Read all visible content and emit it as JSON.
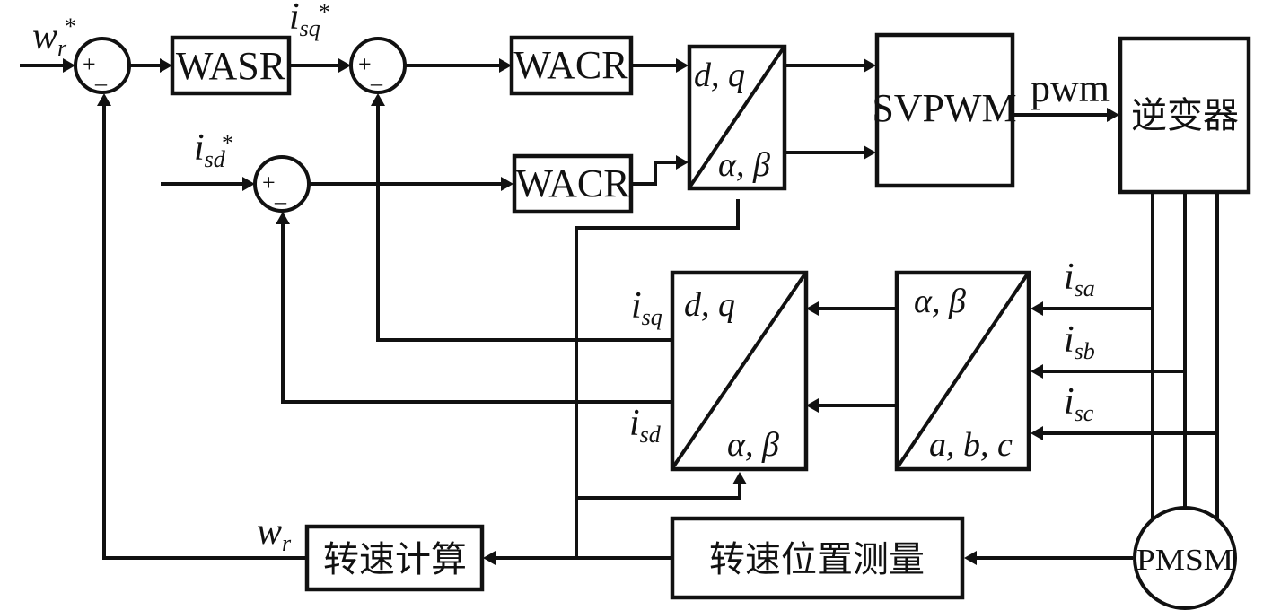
{
  "diagram": {
    "type": "PMSM vector control block diagram",
    "blocks": {
      "wasr": "WASR",
      "wacr_q": "WACR",
      "wacr_d": "WACR",
      "svpwm": "SVPWM",
      "inverter": "逆变器",
      "speed_calc": "转速计算",
      "speed_position_measure": "转速位置测量",
      "motor": "PMSM"
    },
    "transforms": {
      "inverse_park": {
        "top": "d, q",
        "bottom": "α, β"
      },
      "park": {
        "top": "d, q",
        "bottom": "α, β"
      },
      "clarke": {
        "top": "α, β",
        "bottom": "a, b, c"
      }
    },
    "summing_junctions": {
      "plus": "+",
      "minus": "_"
    },
    "signals": {
      "wr_ref": {
        "base": "w",
        "sub": "r",
        "sup": "*"
      },
      "isq_ref": {
        "base": "i",
        "sub": "sq",
        "sup": "*"
      },
      "isd_ref": {
        "base": "i",
        "sub": "sd",
        "sup": "*"
      },
      "isq": {
        "base": "i",
        "sub": "sq"
      },
      "isd": {
        "base": "i",
        "sub": "sd"
      },
      "isa": {
        "base": "i",
        "sub": "sa"
      },
      "isb": {
        "base": "i",
        "sub": "sb"
      },
      "isc": {
        "base": "i",
        "sub": "sc"
      },
      "wr": {
        "base": "w",
        "sub": "r"
      },
      "pwm": "pwm"
    }
  }
}
